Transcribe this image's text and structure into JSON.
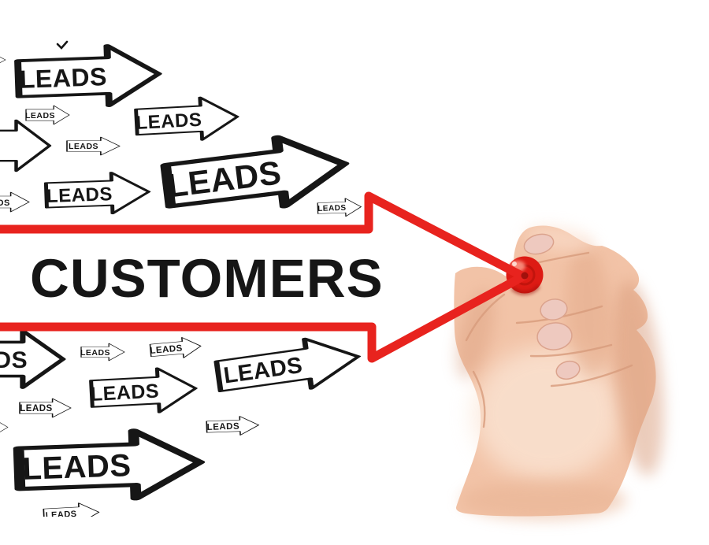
{
  "labels": {
    "customers": "CUSTOMERS"
  },
  "arrows": {
    "top": [
      {
        "id": "top-big-left",
        "label": "LEADS"
      },
      {
        "id": "top-small-1",
        "label": "LEADS"
      },
      {
        "id": "top-small-2",
        "label": "LEADS"
      },
      {
        "id": "top-medium-1",
        "label": "LEADS"
      },
      {
        "id": "top-big-main",
        "label": "LEADS"
      },
      {
        "id": "top-medium-2",
        "label": "LEADS"
      },
      {
        "id": "top-edge-clipped",
        "label": "LEADS"
      },
      {
        "id": "top-tiny-right",
        "label": "LEADS"
      }
    ],
    "bottom": [
      {
        "id": "bottom-edge-clipped",
        "label": "LEADS"
      },
      {
        "id": "bottom-small-1",
        "label": "LEADS"
      },
      {
        "id": "bottom-small-2",
        "label": "LEADS"
      },
      {
        "id": "bottom-medium-1",
        "label": "LEADS"
      },
      {
        "id": "bottom-small-3",
        "label": "LEADS"
      },
      {
        "id": "bottom-medium-2",
        "label": "LEADS"
      },
      {
        "id": "bottom-small-4",
        "label": "LEADS"
      },
      {
        "id": "bottom-big",
        "label": "LEADS"
      },
      {
        "id": "bottom-cut",
        "label": "LEADS"
      }
    ]
  },
  "colors": {
    "arrow_red": "#e8231e",
    "ink": "#161616",
    "marker_ball": "#dd1b14",
    "skin": "#f2c3a7",
    "background": "#ffffff"
  }
}
